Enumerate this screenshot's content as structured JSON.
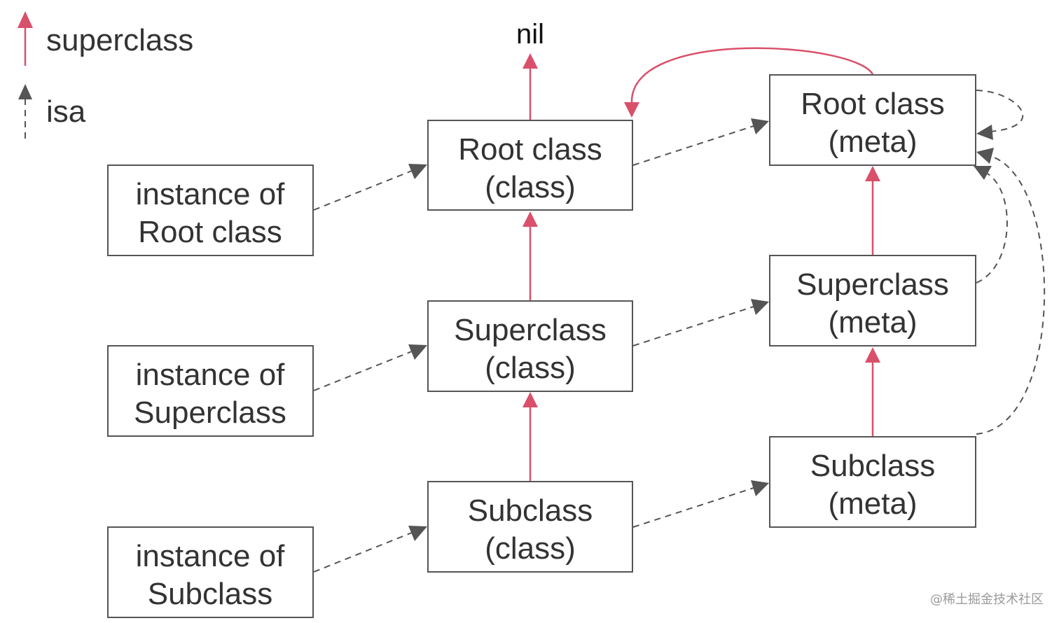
{
  "colors": {
    "superclass": "#d9506a",
    "isa": "#555555"
  },
  "legend": {
    "superclass_label": "superclass",
    "isa_label": "isa"
  },
  "nil_label": "nil",
  "nodes": {
    "instance_root": [
      "instance of",
      "Root class"
    ],
    "instance_super": [
      "instance of",
      "Superclass"
    ],
    "instance_sub": [
      "instance of",
      "Subclass"
    ],
    "class_root": [
      "Root class",
      "(class)"
    ],
    "class_super": [
      "Superclass",
      "(class)"
    ],
    "class_sub": [
      "Subclass",
      "(class)"
    ],
    "meta_root": [
      "Root class",
      "(meta)"
    ],
    "meta_super": [
      "Superclass",
      "(meta)"
    ],
    "meta_sub": [
      "Subclass",
      "(meta)"
    ]
  },
  "watermark": "@稀土掘金技术社区"
}
